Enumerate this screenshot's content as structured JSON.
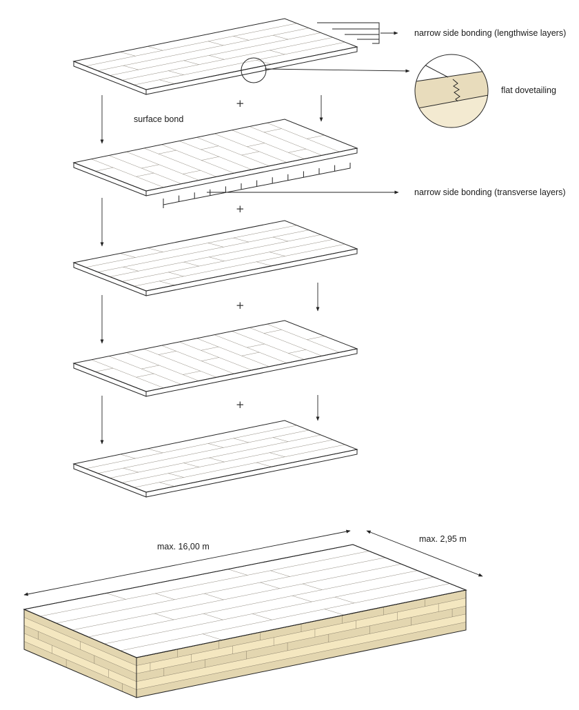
{
  "labels": {
    "lengthwise": "narrow side bonding (lengthwise layers)",
    "transverse": "narrow side bonding (transverse layers)",
    "dovetail": "flat dovetailing",
    "surface_bond": "surface bond",
    "length": "max. 16,00 m",
    "width": "max. 2,95 m",
    "plus": "+"
  },
  "colors": {
    "lengthwise_layer": "#e8dcbc",
    "lengthwise_side": "#d8c9a2",
    "transverse_layer": "#f8eecb",
    "transverse_side": "#ecdfb4",
    "panel_top": "#e9ddbd",
    "panel_front": "#f4e7c0",
    "panel_side": "#e6d8ae",
    "lines": "#222222"
  },
  "layers": [
    {
      "kind": "lengthwise",
      "name": "layer-1-lengthwise"
    },
    {
      "kind": "transverse",
      "name": "layer-2-transverse"
    },
    {
      "kind": "lengthwise",
      "name": "layer-3-lengthwise"
    },
    {
      "kind": "transverse",
      "name": "layer-4-transverse"
    },
    {
      "kind": "lengthwise",
      "name": "layer-5-lengthwise"
    }
  ]
}
